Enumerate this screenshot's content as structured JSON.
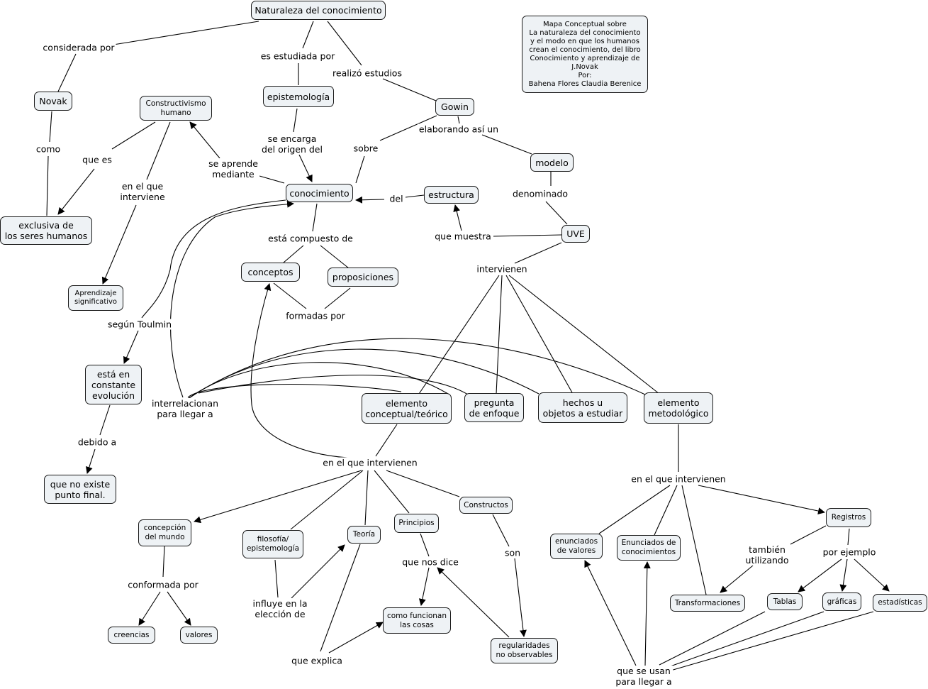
{
  "nodes": {
    "naturaleza": "Naturaleza del conocimiento",
    "info": "Mapa Conceptual sobre\nLa naturaleza del conocimiento\ny el modo en que los humanos\ncrean el conocimiento, del libro\nConocimiento y aprendizaje de\nJ.Novak\nPor:\nBahena Flores Claudia Berenice",
    "novak": "Novak",
    "constructivismo": "Constructivismo\nhumano",
    "epistemologia": "epistemología",
    "gowin": "Gowin",
    "modelo": "modelo",
    "exclusiva": "exclusiva de\nlos seres humanos",
    "conocimiento": "conocimiento",
    "estructura": "estructura",
    "uve": "UVE",
    "conceptos": "conceptos",
    "proposiciones": "proposiciones",
    "aprendizaje": "Aprendizaje\nsignificativo",
    "evolucion": "está en\nconstante\nevolución",
    "conceptual": "elemento\nconceptual/teórico",
    "pregunta": "pregunta\nde enfoque",
    "hechos": "hechos u\nobjetos a estudiar",
    "metodologico": "elemento\nmetodológico",
    "punto_final": "que no existe\npunto final.",
    "constructos": "Constructos",
    "concepcion": "concepción\ndel mundo",
    "filosofia": "filosofía/\nepistemología",
    "teoria": "Teoría",
    "principios": "Principios",
    "registros": "Registros",
    "enunciados_valores": "enunciados\nde valores",
    "enunciados_conocimientos": "Enunciados de\nconocimientos",
    "creencias": "creencias",
    "valores": "valores",
    "como_funcionan": "como funcionan\nlas cosas",
    "regularidades": "regularidades\nno observables",
    "transformaciones": "Transformaciones",
    "tablas": "Tablas",
    "graficas": "gráficas",
    "estadisticas": "estadísticas"
  },
  "links": {
    "considerada": "considerada por",
    "es_estudiada": "es estudiada por",
    "realizo": "realizó estudios",
    "como": "como",
    "que_es": "que es",
    "en_el_que_interviene": "en el que\ninterviene",
    "se_aprende": "se aprende\nmediante",
    "se_encarga": "se encarga\ndel origen del",
    "sobre": "sobre",
    "elaborando": "elaborando así un",
    "denominado": "denominado",
    "del": "del",
    "que_muestra": "que muestra",
    "compuesto": "está compuesto de",
    "intervienen": "intervienen",
    "formadas": "formadas por",
    "toulmin": "según Toulmin",
    "interrelacionan": "interrelacionan\npara llegar a",
    "debido": "debido a",
    "intervienen_conceptual": "en el que intervienen",
    "intervienen_metodologico": "en el que intervienen",
    "conformada": "conformada por",
    "son": "son",
    "que_nos_dice": "que nos dice",
    "tambien": "también\nutilizando",
    "por_ejemplo": "por ejemplo",
    "influye": "influye en la\nelección de",
    "que_explica": "que explica",
    "que_se_usan": "que se usan\npara llegar a"
  }
}
